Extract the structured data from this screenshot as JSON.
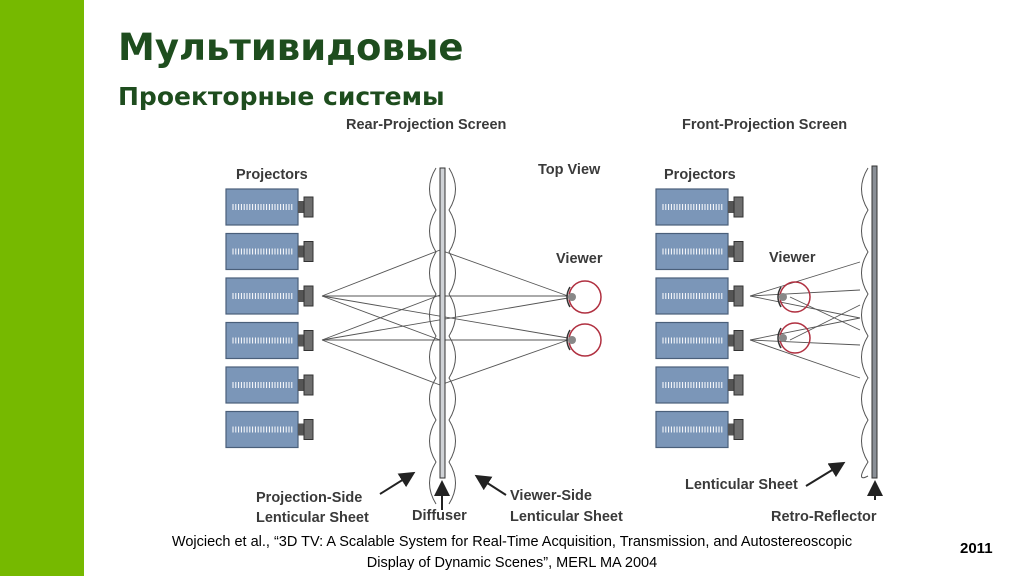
{
  "slide": {
    "title": "Мультивидовые",
    "subtitle": "Проекторные системы",
    "year": "2011",
    "citation_line1": "Wojciech et al., “3D TV: A Scalable System for Real-Time Acquisition, Transmission, and Autostereoscopic",
    "citation_line2": "Display of Dynamic Scenes”, MERL MA 2004",
    "accent_color": "#76b900",
    "title_color": "#1e4d1e"
  },
  "rear": {
    "heading": "Rear-Projection Screen",
    "projectors_label": "Projectors",
    "top_view_label": "Top View",
    "viewer_label": "Viewer",
    "projection_side_line1": "Projection-Side",
    "projection_side_line2": "Lenticular Sheet",
    "diffuser_label": "Diffuser",
    "viewer_side_line1": "Viewer-Side",
    "viewer_side_line2": "Lenticular Sheet"
  },
  "front": {
    "heading": "Front-Projection Screen",
    "projectors_label": "Projectors",
    "viewer_label": "Viewer",
    "lenticular_label": "Lenticular Sheet",
    "retro_reflector_label": "Retro-Reflector"
  },
  "colors": {
    "projector_fill": "#7b96b8",
    "projector_stroke": "#4a5f7a",
    "lens_fill": "#6e6e6e",
    "eye_stroke": "#b03040"
  }
}
